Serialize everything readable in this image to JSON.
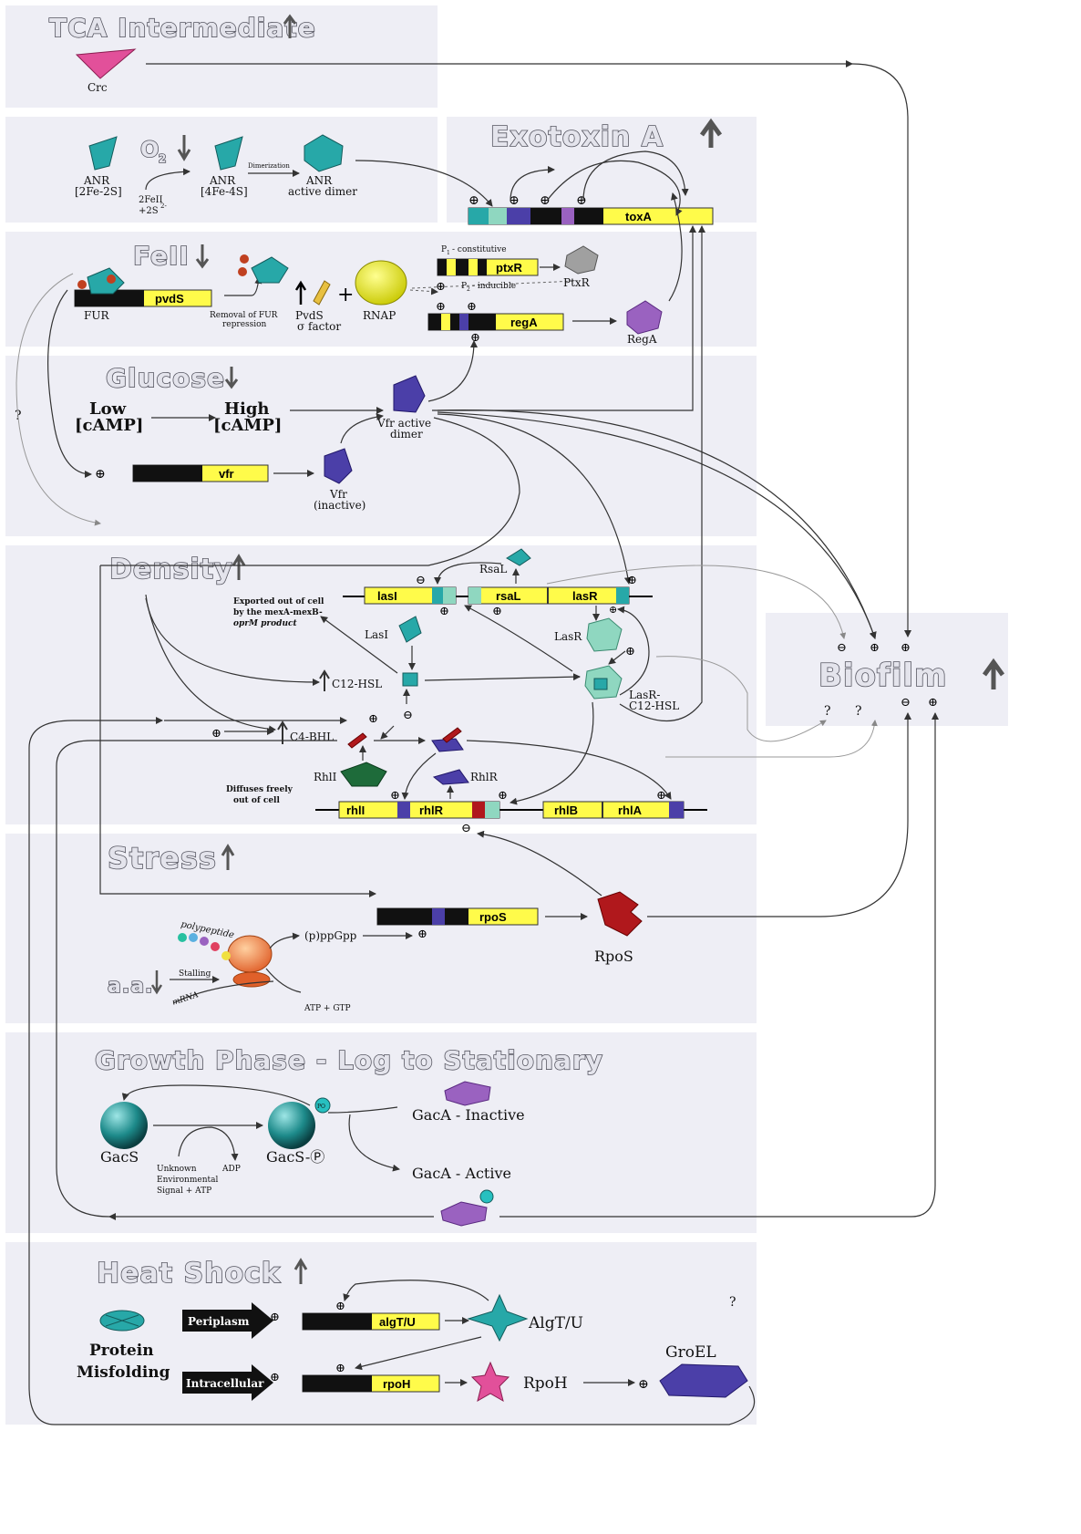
{
  "sections": {
    "tca": "TCA Intermediate",
    "exotoxin": "Exotoxin A",
    "fe": "FeII",
    "glucose": "Glucose",
    "density": "Density",
    "stress": "Stress",
    "growth": "Growth Phase - Log to Stationary",
    "heat": "Heat Shock",
    "biofilm": "Biofilm"
  },
  "labels": {
    "crc": "Crc",
    "anr1": "ANR",
    "anr1b": "[2Fe-2S]",
    "o2": "O",
    "o2sub": "2",
    "anr2": "ANR",
    "anr2b": "[4Fe-4S]",
    "fe2": "2FeII",
    "s2": "+2S",
    "s2sup": "2-",
    "dimerization": "Dimerization",
    "anr3": "ANR",
    "anr3b": "active dimer",
    "fur": "FUR",
    "removal1": "Removal of FUR",
    "removal2": "repression",
    "pvds1": "PvdS",
    "pvds2": "σ factor",
    "rnap": "RNAP",
    "p1": "P",
    "p1sub": "1",
    "p1txt": "- constitutive",
    "p2": "P",
    "p2sub": "2",
    "p2txt": "- inducible",
    "ptxr": "PtxR",
    "rega": "RegA",
    "low1": "Low",
    "low2": "[cAMP]",
    "high1": "High",
    "high2": "[cAMP]",
    "vfra1": "Vfr active",
    "vfra2": "dimer",
    "vfri1": "Vfr",
    "vfri2": "(inactive)",
    "q": "?",
    "rsal": "RsaL",
    "exported1": "Exported out of cell",
    "exported2": "by the mexA-mexB-",
    "exported3": "oprM product",
    "lasi_p": "LasI",
    "lasr_p": "LasR",
    "c12": "C12-HSL",
    "lasrc1": "LasR-",
    "lasrc2": "C12-HSL",
    "c4": "C4-BHL",
    "rhli_p": "RhlI",
    "rhlr_p": "RhlR",
    "diffuses1": "Diffuses freely",
    "diffuses2": "out of cell",
    "ppgpp": "(p)ppGpp",
    "polypeptide": "polypeptide",
    "stalling": "Stalling",
    "mrna": "mRNA",
    "aa": "a.a.",
    "atpgtp": "ATP + GTP",
    "rpos_p": "RpoS",
    "gacs": "GacS",
    "gacsp": "GacS-Ⓟ",
    "unknown1": "Unknown",
    "unknown2": "Environmental",
    "unknown3": "Signal + ATP",
    "adp": "ADP",
    "gaca_in": "GacA - Inactive",
    "gaca_act": "GacA - Active",
    "po": "PO",
    "protein1": "Protein",
    "protein2": "Misfolding",
    "periplasm": "Periplasm",
    "intracellular": "Intracellular",
    "algtu_p": "AlgT/U",
    "rpoh_p": "RpoH",
    "groel": "GroEL"
  },
  "genes": {
    "toxa": "toxA",
    "ptxr": "ptxR",
    "rega": "regA",
    "pvds": "pvdS",
    "vfr": "vfr",
    "lasi": "lasI",
    "rsal": "rsaL",
    "lasr": "lasR",
    "rhli": "rhlI",
    "rhlr": "rhlR",
    "rhlb": "rhlB",
    "rhla": "rhlA",
    "rpos": "rpoS",
    "algtu": "algT/U",
    "rpoh": "rpoH"
  },
  "colors": {
    "panel": "#eeeef5",
    "gene": "#fffb4a",
    "teal": "#27a8a8",
    "purple": "#4b3fa8",
    "magenta": "#e2509a",
    "red": "#b0181c",
    "green": "#1e6b3a",
    "violet": "#9a62c0"
  }
}
